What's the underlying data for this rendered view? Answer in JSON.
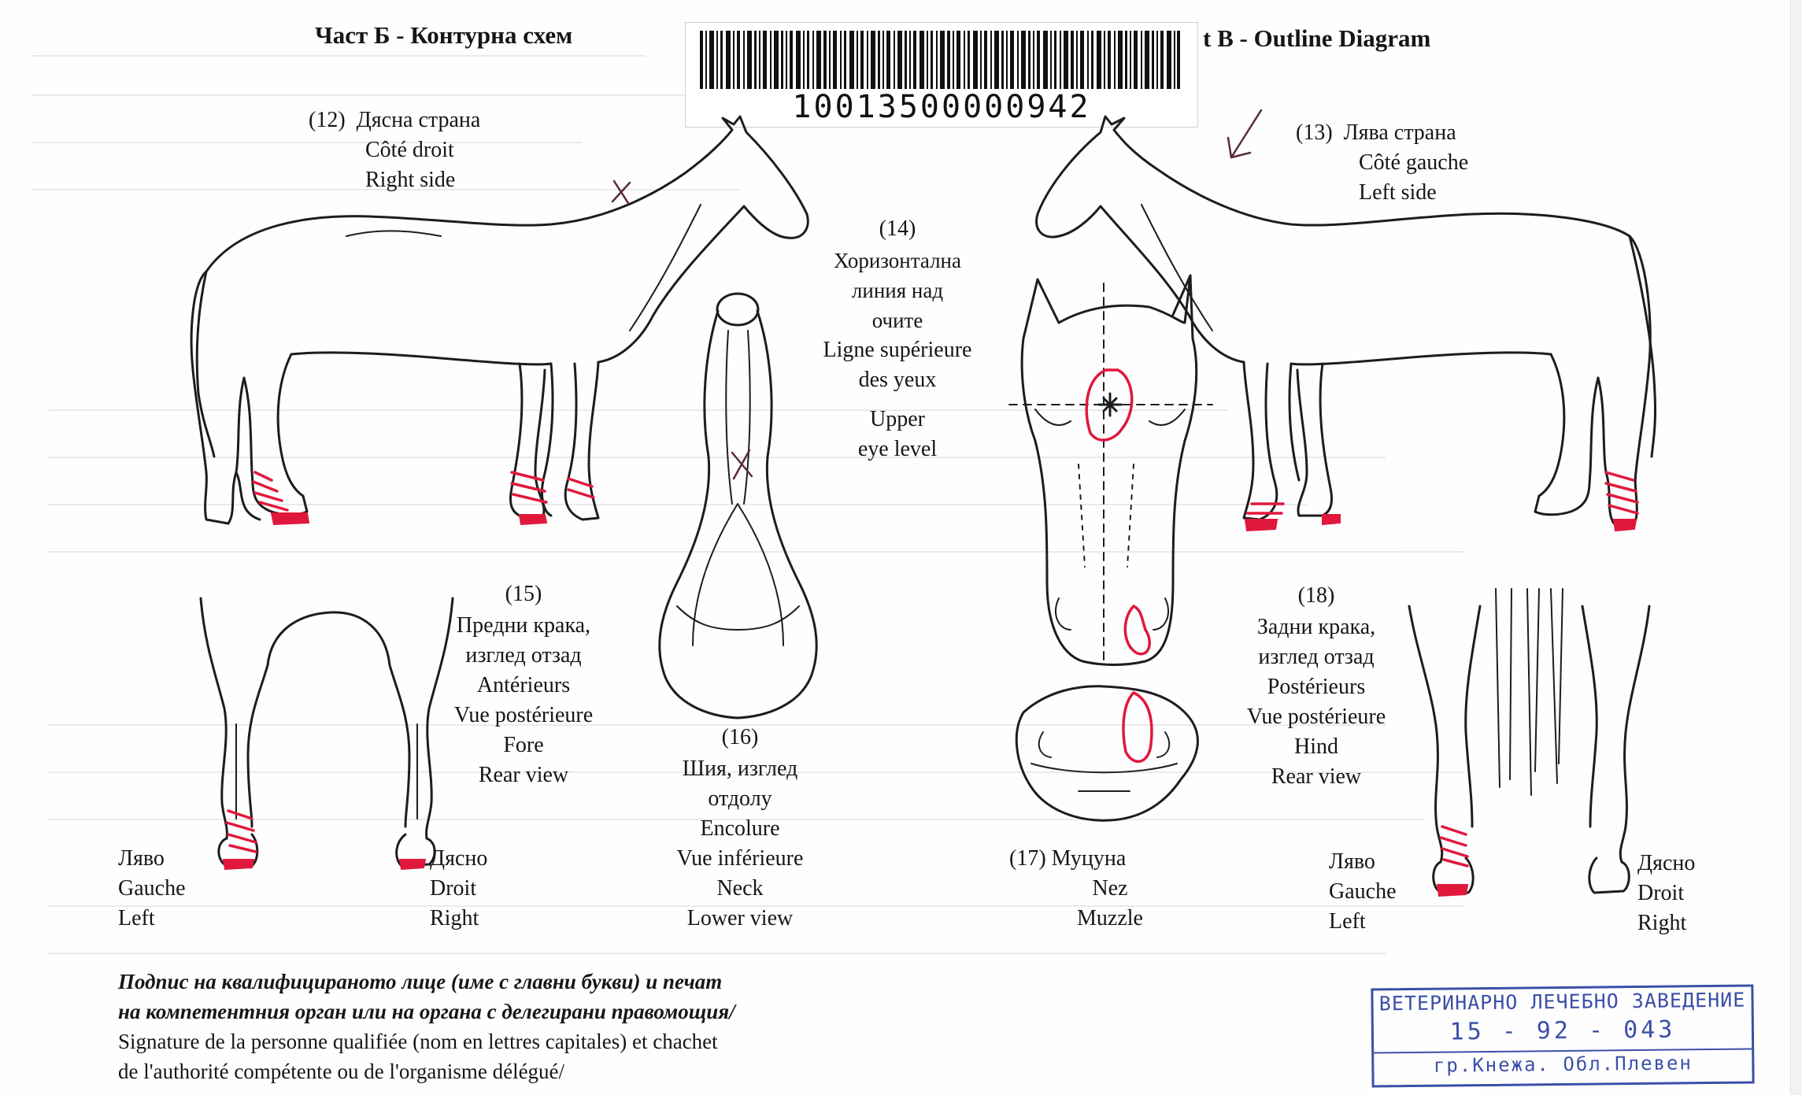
{
  "header": {
    "left_title": "Част Б - Контурна схем",
    "right_title": "t B - Outline Diagram"
  },
  "barcode": {
    "number": "10013500000942"
  },
  "sections": {
    "right_side": {
      "num": "(12)",
      "bg": "Дясна страна",
      "fr": "Côté droit",
      "en": "Right side"
    },
    "left_side": {
      "num": "(13)",
      "bg": "Лява страна",
      "fr": "Côté gauche",
      "en": "Left side"
    },
    "horizontal_line": {
      "num": "(14)",
      "lines": [
        "Хоризонтална",
        "линия над",
        "очите",
        "Ligne supérieure",
        "des yeux",
        "Upper",
        "eye level"
      ]
    },
    "fore_rear": {
      "num": "(15)",
      "lines": [
        "Предни крака,",
        "изглед отзад",
        "Antérieurs",
        "Vue postérieure",
        "Fore",
        "Rear view"
      ]
    },
    "neck": {
      "num": "(16)",
      "lines": [
        "Шия, изглед",
        "отдолу",
        "Encolure",
        "Vue inférieure",
        "Neck",
        "Lower view"
      ]
    },
    "muzzle": {
      "num": "(17)",
      "bg": "Муцуна",
      "fr": "Nez",
      "en": "Muzzle"
    },
    "hind_rear": {
      "num": "(18)",
      "lines": [
        "Задни крака,",
        "изглед отзад",
        "Postérieurs",
        "Vue postérieure",
        "Hind",
        "Rear view"
      ]
    }
  },
  "leg_labels": {
    "fore_left": [
      "Ляво",
      "Gauche",
      "Left"
    ],
    "fore_right": [
      "Дясно",
      "Droit",
      "Right"
    ],
    "hind_left": [
      "Ляво",
      "Gauche",
      "Left"
    ],
    "hind_right": [
      "Дясно",
      "Droit",
      "Right"
    ]
  },
  "signature": {
    "bg_line1": "Подпис на квалифицираното лице (име с главни букви) и печат",
    "bg_line2": "на компетентния орган или на органа с делегирани правомощия/",
    "fr_line1": "Signature de la personne qualifiée (nom en lettres capitales) et chachet",
    "fr_line2": "de l'authorité compétente ou de l'organisme délégué/"
  },
  "stamp": {
    "line1": "ВЕТЕРИНАРНО ЛЕЧЕБНО ЗАВЕДЕНИЕ",
    "line2": "15 - 92 - 043",
    "line3": "гр.Кнежа. Обл.Плевен"
  },
  "colors": {
    "ink": "#1d1d1d",
    "marking_red": "#e0193c",
    "stamp_blue": "#3b4fa8"
  }
}
